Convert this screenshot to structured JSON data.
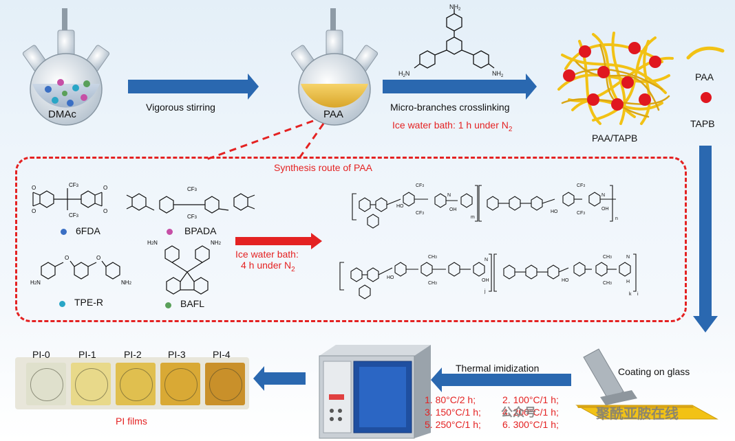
{
  "top_row": {
    "dmac_label": "DMAc",
    "step1_label": "Vigorous stirring",
    "paa_flask_label": "PAA",
    "step2_label": "Micro-branches crosslinking",
    "step2_condition_prefix": "Ice water bath: 1 h under N",
    "step2_condition_sub": "2",
    "network_label": "PAA/TAPB",
    "legend_paa": "PAA",
    "legend_tapb": "TAPB",
    "tapb_nh2_top": "NH",
    "tapb_nh2_left": "H",
    "tapb_nh2_right": "NH",
    "sub2": "2",
    "sub2_left": "2",
    "n_left_suffix": "N"
  },
  "synthesis": {
    "title": "Synthesis route of PAA",
    "monomers": [
      "6FDA",
      "BPADA",
      "TPE-R",
      "BAFL"
    ],
    "monomer_colors": [
      "#3a6fc4",
      "#c64fa6",
      "#29a6c6",
      "#5aa05a"
    ],
    "cf3": "CF",
    "cf3_sub": "3",
    "ch3": "CH",
    "ch3_sub": "3",
    "arrow_condition_line1": "Ice water bath:",
    "arrow_condition_line2_prefix": "4 h under N",
    "arrow_condition_sub": "2",
    "sub_m": "m",
    "sub_n": "n",
    "sub_j": "j",
    "sub_k": "k",
    "sub_i": "i",
    "ho": "HO",
    "oh": "OH",
    "n_atom": "N",
    "o_atom": "O",
    "h_atom": "H"
  },
  "bottom_row": {
    "films": [
      "PI-0",
      "PI-1",
      "PI-2",
      "PI-3",
      "PI-4"
    ],
    "films_caption": "PI films",
    "thermal_label": "Thermal imidization",
    "coating_label": "Coating on glass",
    "schedule": [
      "1.   80°C/2 h;",
      "2. 100°C/1 h;",
      "3. 150°C/1 h;",
      "4. 200°C/1 h;",
      "5. 250°C/1 h;",
      "6. 300°C/1 h;"
    ],
    "watermark": "聚酰亚胺在线",
    "watermark_small": "公众号"
  },
  "colors": {
    "arrow_blue": "#2a68b0",
    "accent_red": "#e42222",
    "paa_yellow": "#f2c215",
    "tapb_red": "#e0171f"
  }
}
